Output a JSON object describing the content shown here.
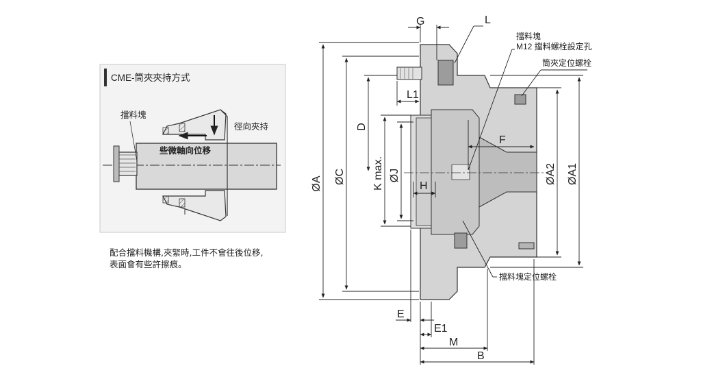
{
  "inset": {
    "title": "CME-筒夾夾持方式",
    "label_stopper": "擋料塊",
    "label_radial": "徑向夾持",
    "label_axial": "些微軸向位移"
  },
  "note": {
    "line1": "配合擋料機構,夾緊時,工件不會往後位移,",
    "line2": "表面會有些許擦痕。"
  },
  "drawing": {
    "dims": {
      "G": "G",
      "L": "L",
      "L1": "L1",
      "D": "D",
      "F": "F",
      "H": "H",
      "K": "K max.",
      "J": "ØJ",
      "A": "ØA",
      "C": "ØC",
      "A2": "ØA2",
      "A1": "ØA1",
      "E": "E",
      "E1": "E1",
      "M": "M",
      "B": "B"
    },
    "callouts": {
      "stopper_line1": "擋料塊",
      "stopper_line2": "M12 擋料螺栓設定孔",
      "collet_screw": "筒夾定位螺栓",
      "stopper_screw": "擋料塊定位螺栓"
    }
  }
}
